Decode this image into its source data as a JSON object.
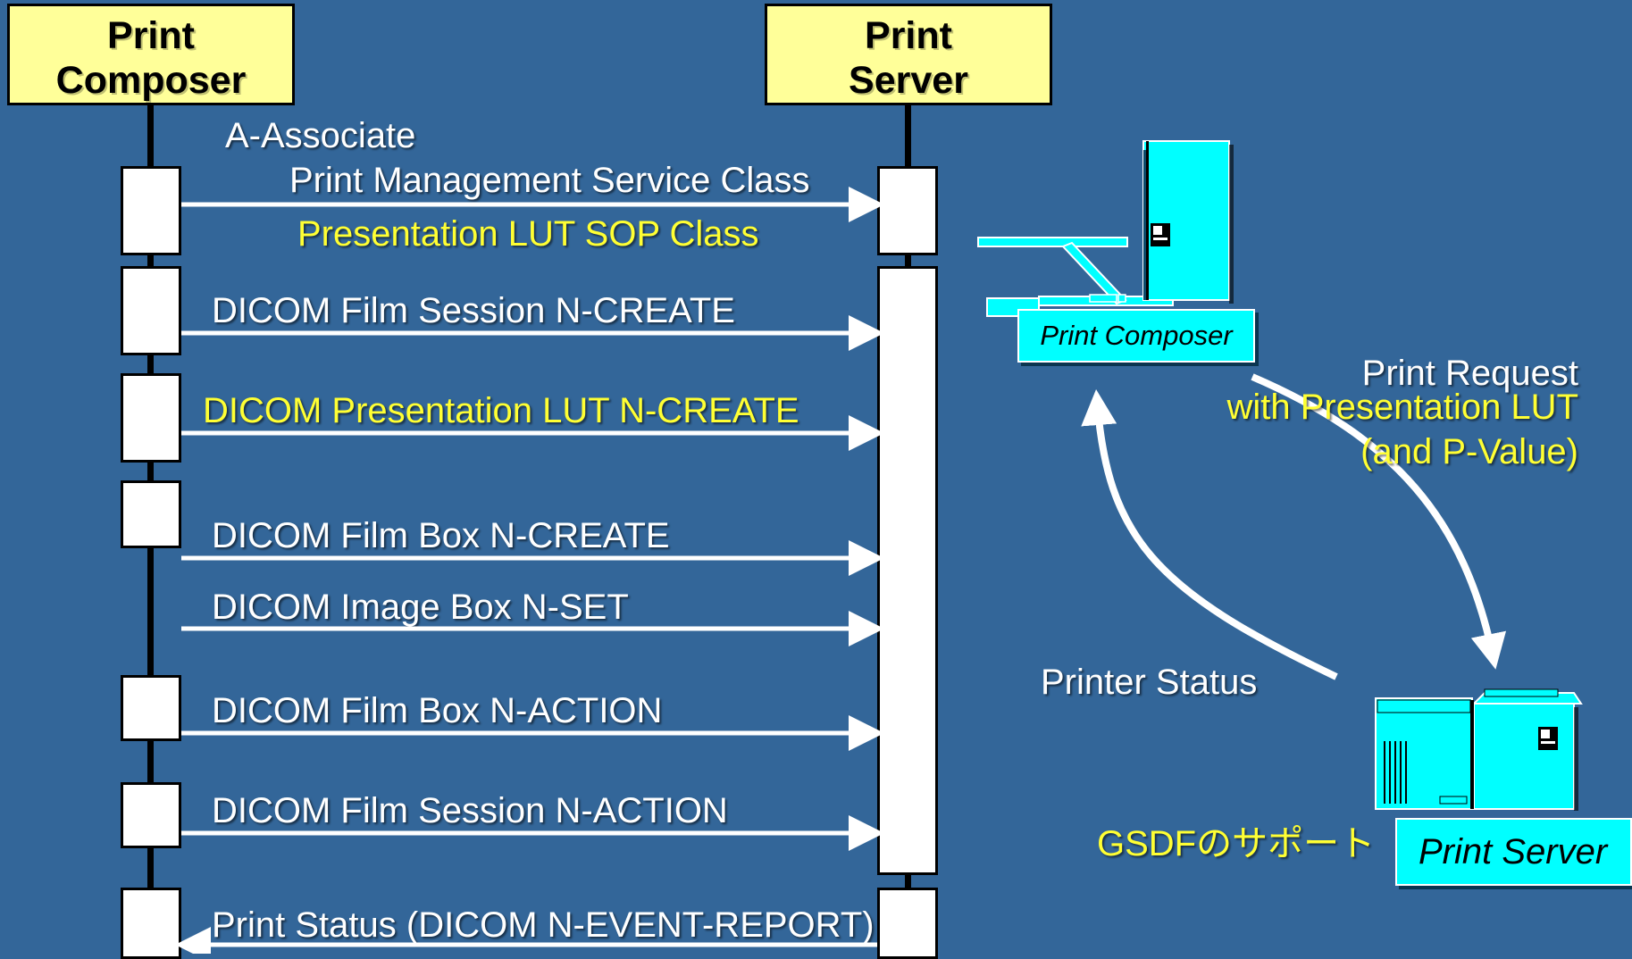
{
  "lifelines": {
    "composer": {
      "line1": "Print",
      "line2": "Composer"
    },
    "server": {
      "line1": "Print",
      "line2": "Server"
    }
  },
  "messages": [
    {
      "id": "a-associate",
      "text": "A-Associate",
      "color": "#FFFFFF"
    },
    {
      "id": "pm-service-class",
      "text": "Print Management Service Class",
      "color": "#FFFFFF"
    },
    {
      "id": "pres-lut-sop",
      "text": "Presentation LUT SOP Class",
      "color": "#FFFF33"
    },
    {
      "id": "film-session-create",
      "text": "DICOM Film Session N-CREATE",
      "color": "#FFFFFF"
    },
    {
      "id": "pres-lut-create",
      "text": "DICOM Presentation LUT N-CREATE",
      "color": "#FFFF33"
    },
    {
      "id": "film-box-create",
      "text": "DICOM Film Box N-CREATE",
      "color": "#FFFFFF"
    },
    {
      "id": "image-box-set",
      "text": "DICOM Image Box N-SET",
      "color": "#FFFFFF"
    },
    {
      "id": "film-box-action",
      "text": "DICOM Film Box N-ACTION",
      "color": "#FFFFFF"
    },
    {
      "id": "film-session-action",
      "text": "DICOM Film Session N-ACTION",
      "color": "#FFFFFF"
    },
    {
      "id": "print-status",
      "text": "Print Status (DICOM N-EVENT-REPORT)",
      "color": "#FFFFFF"
    }
  ],
  "side": {
    "composer_device_label": "Print Composer",
    "server_device_label": "Print Server",
    "print_request": "Print Request",
    "with_pres_lut": "with Presentation LUT",
    "and_pvalue": "(and P-Value)",
    "printer_status": "Printer Status",
    "gsdf_support": "GSDFのサポート"
  },
  "colors": {
    "background": "#336699",
    "header_fill": "#FFFF99",
    "highlight_text": "#FFFF33",
    "device_fill": "#00FFFF"
  }
}
